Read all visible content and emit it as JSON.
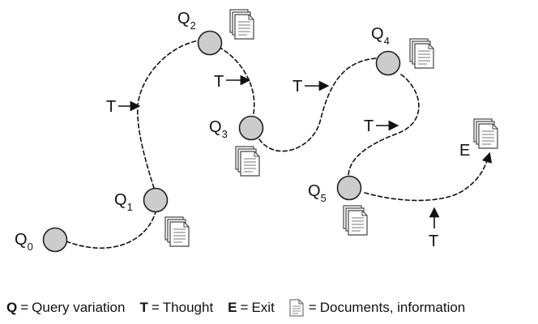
{
  "nodes": [
    {
      "id": "Q0",
      "letter": "Q",
      "sub": "0"
    },
    {
      "id": "Q1",
      "letter": "Q",
      "sub": "1"
    },
    {
      "id": "Q2",
      "letter": "Q",
      "sub": "2"
    },
    {
      "id": "Q3",
      "letter": "Q",
      "sub": "3"
    },
    {
      "id": "Q4",
      "letter": "Q",
      "sub": "4"
    },
    {
      "id": "Q5",
      "letter": "Q",
      "sub": "5"
    }
  ],
  "thought_label": "T",
  "exit_label": "E",
  "legend": {
    "q_key": "Q",
    "q_text": "Query variation",
    "t_key": "T",
    "t_text": "Thought",
    "e_key": "E",
    "e_text": "Exit",
    "doc_text": "Documents, information",
    "equals": "="
  },
  "colors": {
    "node_fill": "#cccccc",
    "stroke": "#111111",
    "background": "#ffffff"
  }
}
